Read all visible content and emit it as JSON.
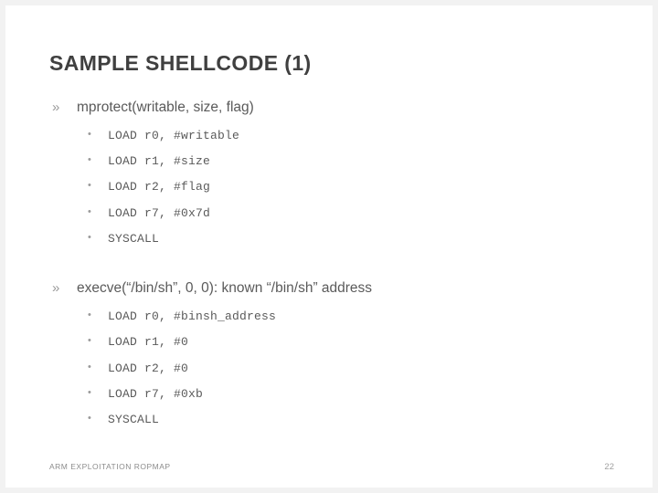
{
  "slide": {
    "title": "SAMPLE SHELLCODE (1)",
    "footer": "ARM EXPLOITATION ROPMAP",
    "page_number": "22",
    "bullet_level1_glyph": "»",
    "bullet_level2_glyph": "•",
    "blocks": [
      {
        "heading": "mprotect(writable, size, flag)",
        "lines": [
          "LOAD r0, #writable",
          "LOAD r1, #size",
          "LOAD r2, #flag",
          "LOAD r7, #0x7d",
          "SYSCALL"
        ]
      },
      {
        "heading": "execve(“/bin/sh”, 0, 0): known “/bin/sh” address",
        "lines": [
          "LOAD r0, #binsh_address",
          "LOAD r1, #0",
          "LOAD r2, #0",
          "LOAD r7, #0xb",
          "SYSCALL"
        ]
      }
    ]
  },
  "colors": {
    "title": "#404040",
    "text": "#5a5a5a",
    "bullet": "#9a9a9a",
    "footer": "#8c8c8c",
    "background": "#ffffff",
    "edge": "#f2f2f2"
  }
}
